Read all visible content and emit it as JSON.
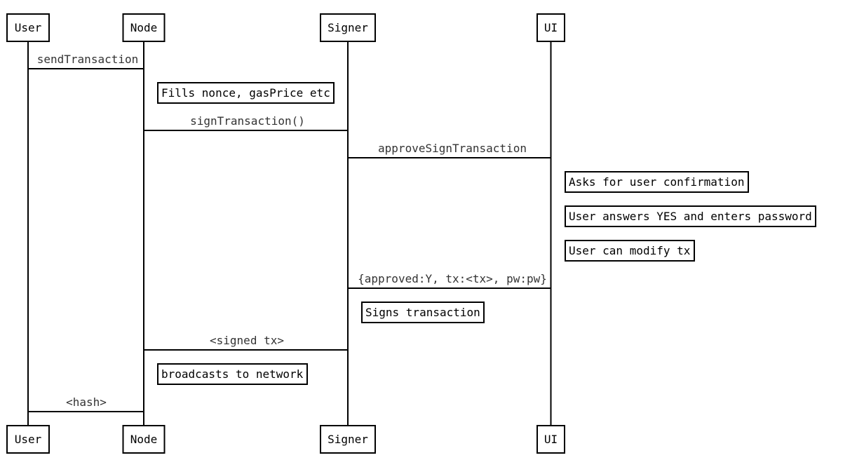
{
  "participants": [
    "User",
    "Node",
    "Signer",
    "UI"
  ],
  "messages": [
    {
      "from": "User",
      "to": "Node",
      "label": "sendTransaction"
    },
    {
      "from": "Node",
      "to": "Signer",
      "label": "signTransaction()"
    },
    {
      "from": "Signer",
      "to": "UI",
      "label": "approveSignTransaction"
    },
    {
      "from": "UI",
      "to": "Signer",
      "label": "{approved:Y, tx:<tx>, pw:pw}"
    },
    {
      "from": "Signer",
      "to": "Node",
      "label": "<signed tx>"
    },
    {
      "from": "Node",
      "to": "User",
      "label": "<hash>"
    }
  ],
  "notes": [
    {
      "over": "Node",
      "label": "Fills nonce, gasPrice etc"
    },
    {
      "over": "UI",
      "label": "Asks for user confirmation"
    },
    {
      "over": "UI",
      "label": "User answers YES and enters password"
    },
    {
      "over": "UI",
      "label": "User can modify tx"
    },
    {
      "over": "Signer",
      "label": "Signs transaction"
    },
    {
      "over": "Node",
      "label": "broadcasts to network"
    }
  ]
}
